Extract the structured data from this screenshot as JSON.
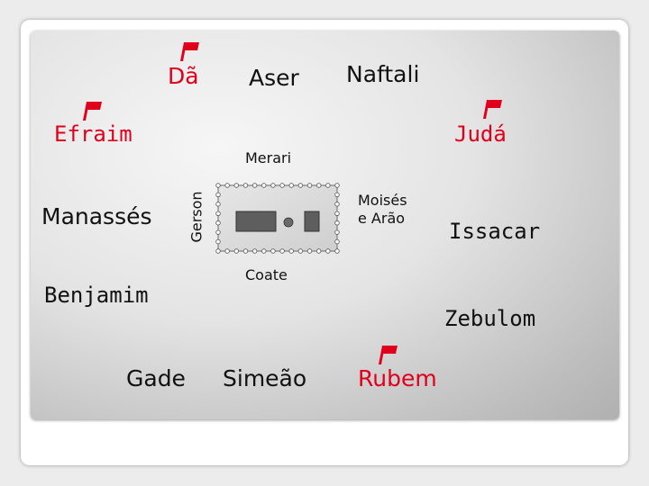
{
  "diagram": {
    "tribes": {
      "da": "Dã",
      "aser": "Aser",
      "naftali": "Naftali",
      "efraim": "Efraim",
      "juda": "Judá",
      "manasses": "Manassés",
      "benjamim": "Benjamim",
      "gade": "Gade",
      "simeao": "Simeão",
      "rubem": "Rubem",
      "issacar": "Issacar",
      "zebulom": "Zebulom"
    },
    "levites": {
      "merari": "Merari",
      "gerson": "Gerson",
      "coate": "Coate",
      "moises_line1": "Moisés",
      "moises_line2": "e Arão"
    },
    "colors": {
      "leader_flag": "#e0001b",
      "leader_text": "#e0001b",
      "text": "#111111"
    }
  }
}
